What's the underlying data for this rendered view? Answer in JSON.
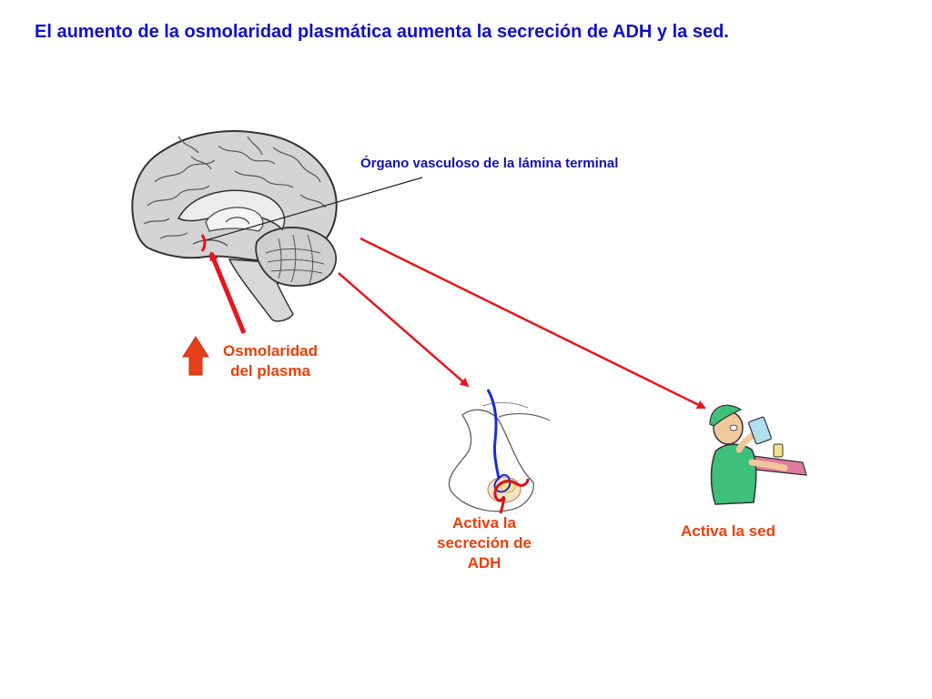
{
  "title": "El aumento de la osmolaridad plasmática aumenta la secreción de ADH y la sed.",
  "labels": {
    "organ": "Órgano vasculoso de la lámina terminal",
    "osmolarity": [
      "Osmolaridad",
      "del plasma"
    ],
    "adh": [
      "Activa la",
      "secreción de",
      "ADH"
    ],
    "thirst": "Activa la sed"
  },
  "icons": {
    "brain": "brain-sagittal-icon",
    "pituitary": "pituitary-gland-icon",
    "drinker": "drinking-person-icon",
    "increase": "up-arrow-icon"
  },
  "colors": {
    "title": "#1010c8",
    "labels": "#e8400a",
    "arrows": "#e8141e",
    "organ_label": "#1010b0",
    "up_arrow": "#e8401a"
  }
}
